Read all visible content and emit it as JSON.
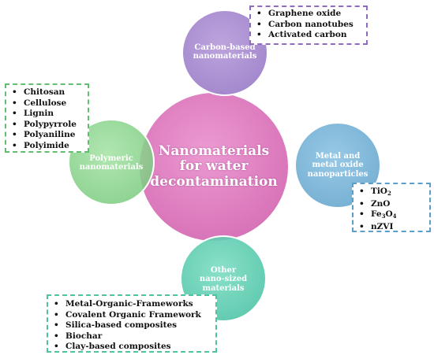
{
  "center": {
    "label": "Nanomaterials for water decontamination",
    "color": "#e384c4"
  },
  "nodes": {
    "carbon": {
      "label": "Carbon-based nanomaterials",
      "color": "#a88bd0"
    },
    "metal": {
      "label": "Metal and metal oxide nanoparticles",
      "color": "#79b6d9"
    },
    "polymeric": {
      "label": "Polymeric nanomaterials",
      "color": "#90d891"
    },
    "other": {
      "label": "Other nano-sized materials",
      "color": "#64d3b8"
    }
  },
  "boxes": {
    "carbon": {
      "border_color": "#8e6cc2",
      "items": [
        "Graphene oxide",
        "Carbon nanotubes",
        "Activated carbon"
      ]
    },
    "polymeric": {
      "border_color": "#5fbf6f",
      "items": [
        "Chitosan",
        "Cellulose",
        "Lignin",
        "Polypyrrole",
        "Polyaniline",
        "Polyimide"
      ]
    },
    "metal": {
      "border_color": "#5a9fc9",
      "items": [
        {
          "base": "TiO",
          "sub": "2"
        },
        {
          "base": "ZnO"
        },
        {
          "parts": [
            "Fe",
            "3",
            "O",
            "4"
          ]
        },
        {
          "base": "nZVI"
        }
      ]
    },
    "other": {
      "border_color": "#4fc2a0",
      "items": [
        "Metal-Organic-Frameworks",
        "Covalent Organic Framework",
        "Silica-based composites",
        "Biochar",
        "Clay-based composites"
      ]
    }
  }
}
